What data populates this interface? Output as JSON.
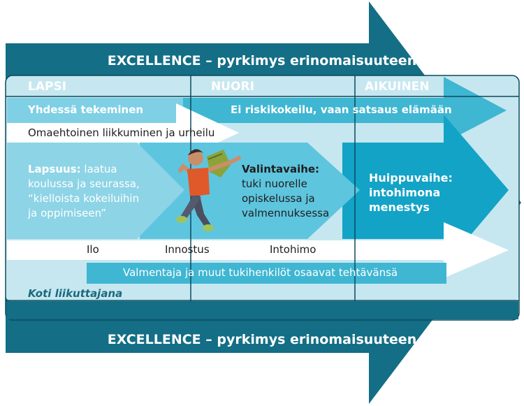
{
  "top_banner": "EXCELLENCE – pyrkimys erinomaisuuteen",
  "bottom_banner": "EXCELLENCE – pyrkimys erinomaisuuteen",
  "columns": [
    "LAPSI",
    "NUORI",
    "AIKUINEN"
  ],
  "bands": {
    "together": "Yhdessä tekeminen",
    "no_risk": "Ei riskikokeilu, vaan satsaus elämään",
    "self_motivated": "Omaehtoinen liikkuminen ja urheilu",
    "coach": "Valmentaja ja muut tukihenkilöt osaavat tehtävänsä",
    "home": "Koti liikuttajana"
  },
  "phases": {
    "childhood": {
      "title": "Lapsuus:",
      "line1_rest": " laatua",
      "lines": [
        "koulussa ja seurassa,",
        "“kielloista kokeiluihin",
        "ja oppimiseen”"
      ]
    },
    "selection": {
      "title": "Valintavaihe:",
      "lines": [
        "tuki nuorelle",
        "opiskelussa ja",
        "valmennuksessa"
      ]
    },
    "peak": {
      "lines": [
        "Huippuvaihe:",
        "intohimona",
        "menestys"
      ]
    }
  },
  "emotions": [
    "Ilo",
    "Innostus",
    "Intohimo"
  ],
  "colors": {
    "dark_teal": "#136e86",
    "medium_teal": "#3fb6d2",
    "light_blue": "#7fd0e4",
    "pale_blue": "#c6e7f0",
    "strong_cyan": "#13a3c6",
    "dark_text": "#1e1e1e"
  },
  "icons": [
    "jumping-youth-figure"
  ]
}
